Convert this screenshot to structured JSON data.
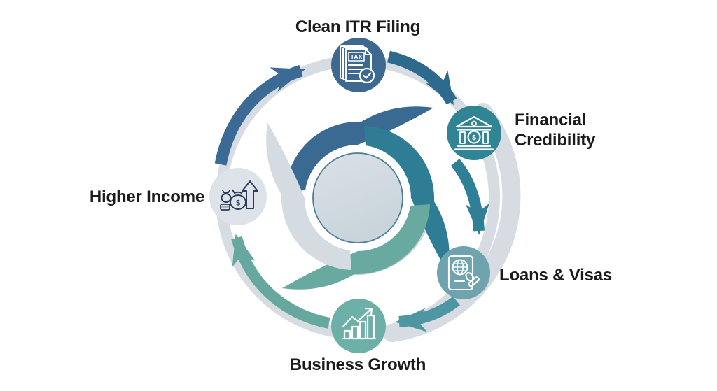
{
  "diagram": {
    "type": "cycle",
    "background": "#ffffff",
    "outer_ring_color": "#d6dce2",
    "center_circle": {
      "fill": "#d3dce2",
      "inner_ring": "#ffffff",
      "border": "#4b7f97"
    },
    "pinwheel_colors": [
      "#3a6a92",
      "#2e7d94",
      "#68a9a0",
      "#d4dbe1"
    ],
    "nodes": [
      {
        "id": "clean-itr-filing",
        "label": "Clean ITR Filing",
        "icon": "tax-document-icon",
        "icon_text": "TAX",
        "color": "#3d6890",
        "icon_color": "#ffffff"
      },
      {
        "id": "financial-credibility",
        "label": "Financial Credibility",
        "icon": "bank-icon",
        "icon_text": "$",
        "color": "#318494",
        "icon_color": "#ffffff"
      },
      {
        "id": "loans-visas",
        "label": "Loans & Visas",
        "icon": "passport-stamp-icon",
        "icon_text": "",
        "color": "#6fa3ad",
        "icon_color": "#ffffff"
      },
      {
        "id": "business-growth",
        "label": "Business Growth",
        "icon": "growth-chart-icon",
        "icon_text": "",
        "color": "#6db0a7",
        "icon_color": "#ffffff"
      },
      {
        "id": "higher-income",
        "label": "Higher Income",
        "icon": "money-bags-icon",
        "icon_text": "$",
        "color": "#dde3e8",
        "icon_color": "#2b3c5c"
      }
    ],
    "arrows": [
      {
        "from": "higher-income",
        "to": "clean-itr-filing",
        "color": "#3b6b94"
      },
      {
        "from": "clean-itr-filing",
        "to": "financial-credibility",
        "color": "#2d6a8d"
      },
      {
        "from": "financial-credibility",
        "to": "loans-visas",
        "color": "#2f7f96"
      },
      {
        "from": "loans-visas",
        "to": "business-growth",
        "color": "#4f96a3"
      },
      {
        "from": "business-growth",
        "to": "higher-income",
        "color": "#67a89e"
      }
    ]
  }
}
